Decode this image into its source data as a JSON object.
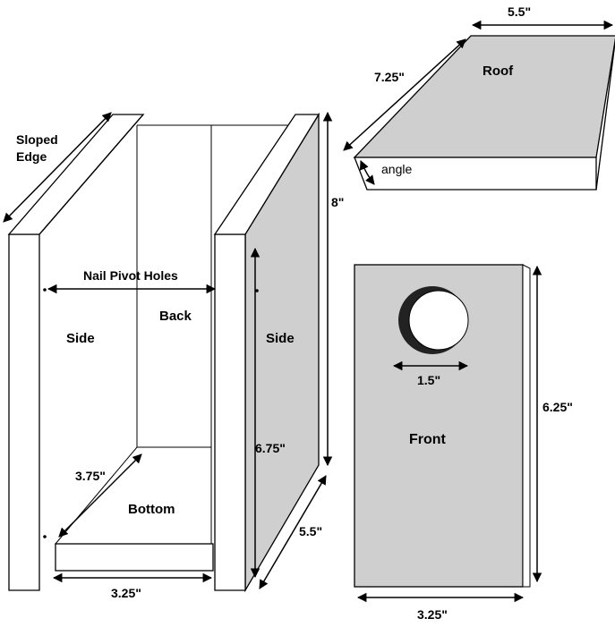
{
  "labels": {
    "sloped_edge_line1": "Sloped",
    "sloped_edge_line2": "Edge",
    "nail_pivot_holes": "Nail Pivot Holes",
    "side_left": "Side",
    "back": "Back",
    "side_right": "Side",
    "bottom": "Bottom",
    "roof": "Roof",
    "angle": "angle",
    "front": "Front"
  },
  "dimensions": {
    "roof_width": "5.5\"",
    "roof_length": "7.25\"",
    "side_height": "8\"",
    "side_inner_height": "6.75\"",
    "side_depth": "5.5\"",
    "bottom_depth": "3.75\"",
    "bottom_width": "3.25\"",
    "hole_diameter": "1.5\"",
    "front_height": "6.25\"",
    "front_width": "3.25\""
  },
  "colors": {
    "panel_gray": "#cfcfcf",
    "panel_white": "#ffffff",
    "outline": "#000000",
    "hole_shadow": "#222222"
  }
}
